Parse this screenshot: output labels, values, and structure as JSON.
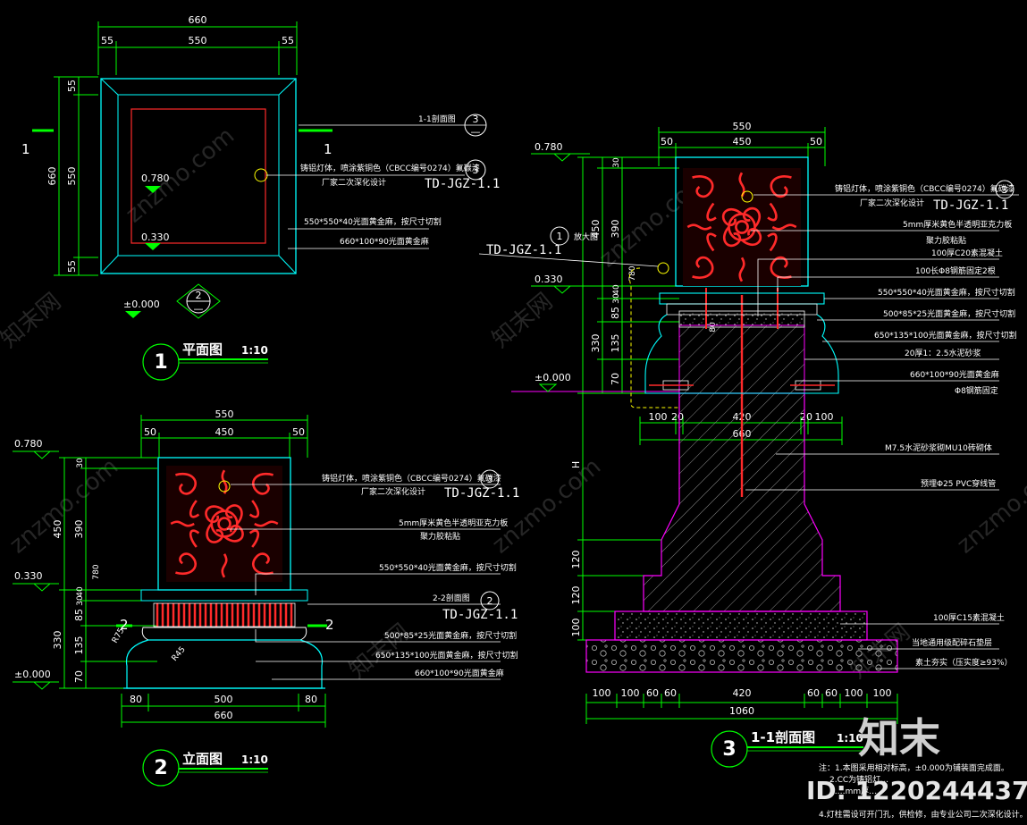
{
  "plan": {
    "dims_top": {
      "overall": "660",
      "left": "55",
      "mid": "550",
      "right": "55"
    },
    "dims_left": {
      "overall": "660",
      "top": "55",
      "mid": "550",
      "bottom": "55"
    },
    "level_upper": "0.780",
    "level_lower": "0.330",
    "level_ground": "±0.000",
    "section_mark": "1",
    "callouts": [
      {
        "text": "1-1剖面图",
        "num": "3",
        "sub": "—"
      },
      {
        "text": "铸铝灯体，喷涂紫铜色（CBCC编号0274）氟碳漆",
        "num": "3",
        "sub": "厂家二次深化设计",
        "ref": "TD-JGZ-1.1"
      },
      {
        "text": "550*550*40光面黄金麻，按尺寸切割"
      },
      {
        "text": "660*100*90光面黄金麻"
      }
    ],
    "marker2": {
      "num": "2",
      "sub": "—"
    },
    "title": {
      "num": "1",
      "text": "平面图",
      "scale": "1:10"
    }
  },
  "elevation": {
    "dims_top": {
      "overall": "550",
      "left": "50",
      "mid": "450",
      "right": "50"
    },
    "dims_left_outer": {
      "a": "450",
      "b": "330"
    },
    "dims_left_inner": {
      "a": "30",
      "b": "390",
      "c": "780",
      "d": "40",
      "e": "30",
      "f": "85",
      "g": "135",
      "h": "70"
    },
    "dims_bottom": {
      "left": "80",
      "mid": "500",
      "right": "80",
      "overall": "660"
    },
    "level_upper": "0.780",
    "level_mid": "0.330",
    "level_ground": "±0.000",
    "radius_a": "R75",
    "radius_b": "R45",
    "section_mark": "2",
    "callouts": [
      {
        "text": "铸铝灯体，喷涂紫铜色（CBCC编号0274）氟碳漆",
        "num": "3",
        "sub": "厂家二次深化设计",
        "ref": "TD-JGZ-1.1"
      },
      {
        "text": "5mm厚米黄色半透明亚克力板",
        "sub": "聚力胶粘贴"
      },
      {
        "text": "550*550*40光面黄金麻，按尺寸切割"
      },
      {
        "text": "2-2剖面图",
        "num": "2",
        "ref": "TD-JGZ-1.1"
      },
      {
        "text": "500*85*25光面黄金麻，按尺寸切割"
      },
      {
        "text": "650*135*100光面黄金麻，按尺寸切割"
      },
      {
        "text": "660*100*90光面黄金麻"
      }
    ],
    "title": {
      "num": "2",
      "text": "立面图",
      "scale": "1:10"
    }
  },
  "section": {
    "dims_top": {
      "overall": "550",
      "left": "50",
      "mid": "450",
      "right": "50"
    },
    "dims_left_outer": {
      "a": "450",
      "b": "330",
      "c": "H"
    },
    "dims_left_inner": {
      "a": "30",
      "b": "390",
      "c": "780",
      "d": "40",
      "e": "30",
      "f": "85",
      "g": "135",
      "h": "70",
      "i": "120",
      "j": "120",
      "k": "100"
    },
    "dims_mid": {
      "a": "100",
      "b": "20",
      "c": "420",
      "d": "20",
      "e": "100",
      "overall": "660",
      "pipe": "80"
    },
    "dims_bottom": {
      "a": "100",
      "b": "100",
      "c": "60",
      "d": "60",
      "e": "420",
      "f": "60",
      "g": "60",
      "h": "100",
      "i": "100",
      "overall": "1060"
    },
    "level_upper": "0.780",
    "level_mid": "0.330",
    "level_ground": "±0.000",
    "detail": {
      "num": "1",
      "text": "放大图",
      "ref": "TD-JGZ-1.1"
    },
    "callouts": [
      {
        "text": "铸铝灯体，喷涂紫铜色（CBCC编号0274）氟碳漆",
        "num": "3",
        "sub": "厂家二次深化设计",
        "ref": "TD-JGZ-1.1"
      },
      {
        "text": "5mm厚米黄色半透明亚克力板",
        "sub": "聚力胶粘贴"
      },
      {
        "text": "100厚C20素混凝土"
      },
      {
        "text": "100长Φ8钢筋固定2根"
      },
      {
        "text": "550*550*40光面黄金麻，按尺寸切割"
      },
      {
        "text": "500*85*25光面黄金麻，按尺寸切割"
      },
      {
        "text": "650*135*100光面黄金麻，按尺寸切割"
      },
      {
        "text": "20厚1：2.5水泥砂浆"
      },
      {
        "text": "660*100*90光面黄金麻",
        "sub": "Φ8钢筋固定"
      },
      {
        "text": "M7.5水泥砂浆砌MU10砖砌体"
      },
      {
        "text": "预埋Φ25 PVC穿线管"
      },
      {
        "text": "100厚C15素混凝土"
      },
      {
        "text": "当地通用级配碎石垫层"
      },
      {
        "text": "素土夯实（压实度≥93%）"
      }
    ],
    "title": {
      "num": "3",
      "text": "1-1剖面图",
      "scale": "1:10"
    },
    "notes": [
      "注：1.本图采用相对标高，±0.000为铺装面完成面。",
      "2.CC为铸铝灯…",
      "3.…mm厚…",
      "4.灯柱需设可开门孔，供检修，由专业公司二次深化设计。"
    ]
  },
  "watermark": "znzmo.com",
  "watermark_cn": "知末网",
  "brand": "知末",
  "id_label": "ID: 1220244437",
  "colors": {
    "dim": "#00ff00",
    "outline": "#00ffff",
    "red": "#ff2a2a",
    "magenta": "#ff00ff",
    "yellow": "#ffff00",
    "white": "#ffffff"
  }
}
